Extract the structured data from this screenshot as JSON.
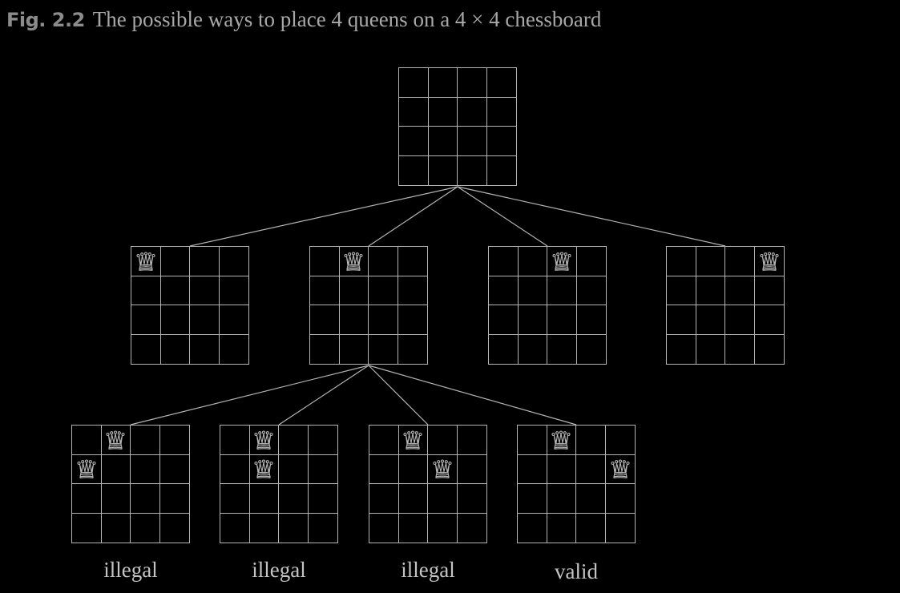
{
  "caption": {
    "figure_label": "Fig. 2.2",
    "text": "The possible ways to place 4 queens on a 4 × 4 chessboard"
  },
  "tree": {
    "root": {
      "queens": []
    },
    "level1": [
      {
        "queens": [
          [
            0,
            0
          ]
        ]
      },
      {
        "queens": [
          [
            0,
            1
          ]
        ]
      },
      {
        "queens": [
          [
            0,
            2
          ]
        ]
      },
      {
        "queens": [
          [
            0,
            3
          ]
        ]
      }
    ],
    "level2": [
      {
        "queens": [
          [
            0,
            1
          ],
          [
            1,
            0
          ]
        ],
        "label": "illegal"
      },
      {
        "queens": [
          [
            0,
            1
          ],
          [
            1,
            1
          ]
        ],
        "label": "illegal"
      },
      {
        "queens": [
          [
            0,
            1
          ],
          [
            1,
            2
          ]
        ],
        "label": "illegal"
      },
      {
        "queens": [
          [
            0,
            1
          ],
          [
            1,
            3
          ]
        ],
        "label": "valid"
      }
    ]
  },
  "icon": "chess-queen-icon",
  "colors": {
    "background": "#000000",
    "lines": "#b4b4b4",
    "figure_label": "#8c8c8c",
    "caption_text": "#a8a8a8",
    "board_labels": "#c4c4c4"
  }
}
